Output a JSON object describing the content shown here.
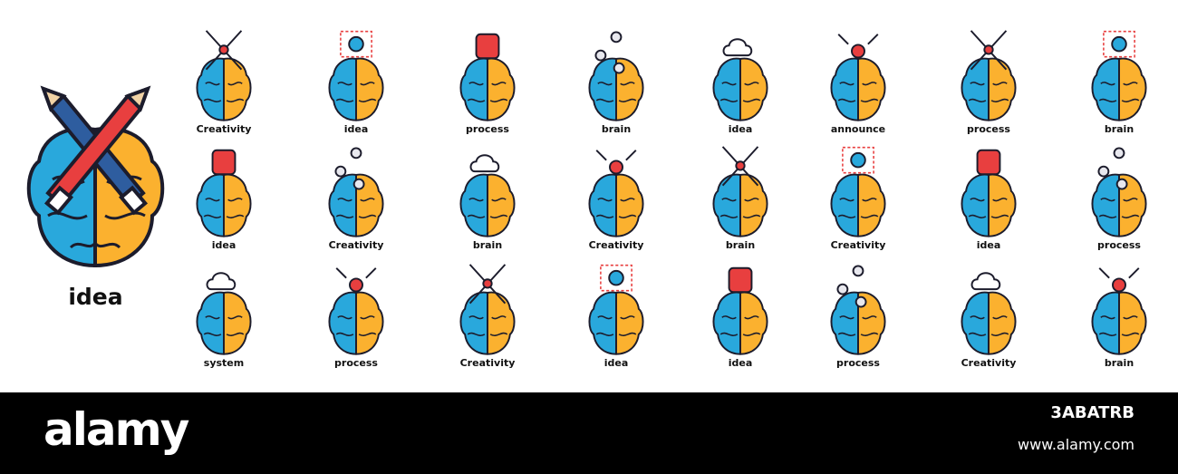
{
  "colors": {
    "left": "#29a8dc",
    "right": "#fbb12f",
    "stroke": "#1c1c2c",
    "red": "#e83f3f"
  },
  "hero": {
    "label": "idea",
    "icon": "crossed-pencils-brain"
  },
  "icons": [
    {
      "label": "Creativity",
      "icon": "pencil-ruler-brain"
    },
    {
      "label": "idea",
      "icon": "eye-frame-brain"
    },
    {
      "label": "process",
      "icon": "backpack-brain"
    },
    {
      "label": "brain",
      "icon": "share-nodes-brain"
    },
    {
      "label": "idea",
      "icon": "cloud-signal-brain"
    },
    {
      "label": "announce",
      "icon": "arrows-out-brain"
    },
    {
      "label": "process",
      "icon": "location-pin-brain"
    },
    {
      "label": "brain",
      "icon": "magnet-brain"
    },
    {
      "label": "idea",
      "icon": "hammer-wrench-brain"
    },
    {
      "label": "Creativity",
      "icon": "puzzle-brain"
    },
    {
      "label": "brain",
      "icon": "tools-brain"
    },
    {
      "label": "Creativity",
      "icon": "gears-brain"
    },
    {
      "label": "brain",
      "icon": "folder-cursor-brain"
    },
    {
      "label": "Creativity",
      "icon": "mouse-brain"
    },
    {
      "label": "idea",
      "icon": "code-window-brain"
    },
    {
      "label": "process",
      "icon": "cloud-upload-brain"
    },
    {
      "label": "system",
      "icon": "light-bulb-brain"
    },
    {
      "label": "process",
      "icon": "speaker-podium-brain"
    },
    {
      "label": "Creativity",
      "icon": "chip-brain"
    },
    {
      "label": "idea",
      "icon": "drone-brain"
    },
    {
      "label": "idea",
      "icon": "crossed-pencils-brain"
    },
    {
      "label": "process",
      "icon": "arrows-in-target-brain"
    },
    {
      "label": "Creativity",
      "icon": "arrows-in-brain"
    },
    {
      "label": "brain",
      "icon": "arrows-out-brain"
    }
  ],
  "footer": {
    "brand": "alamy",
    "image_id": "3ABATRB",
    "site": "www.alamy.com"
  }
}
